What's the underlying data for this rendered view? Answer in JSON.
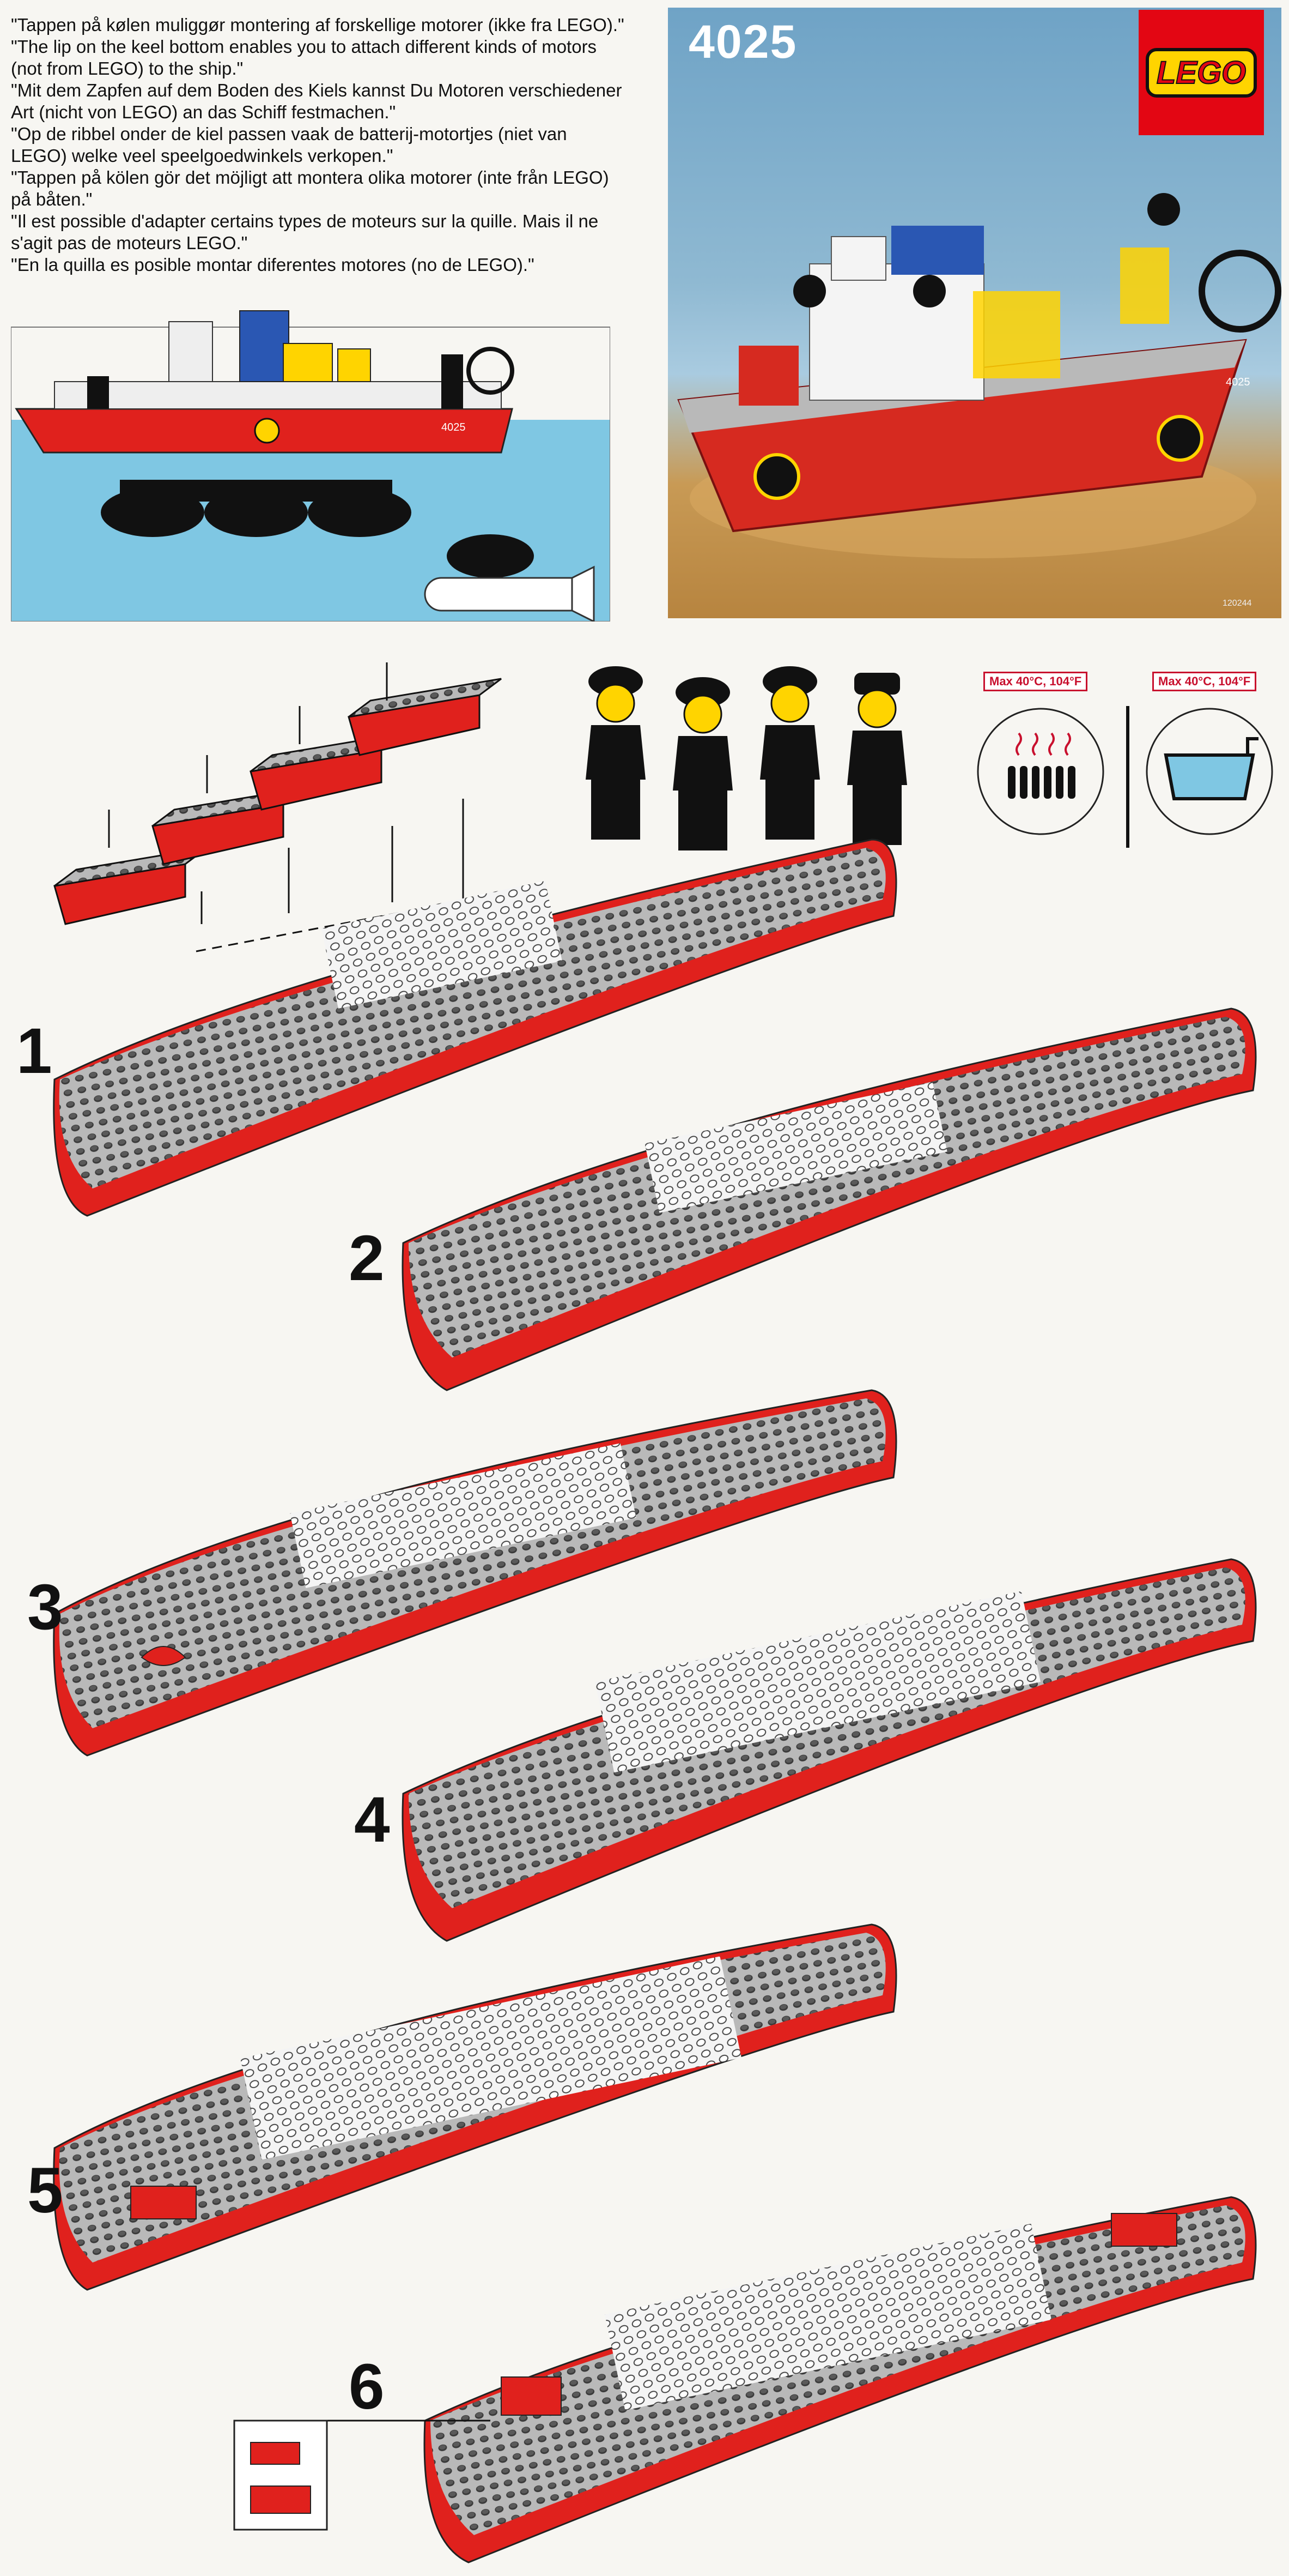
{
  "intro": {
    "lines": [
      "\"Tappen på kølen muliggør montering af forskellige motorer (ikke fra LEGO).\"",
      "\"The lip on the keel bottom enables you to attach different kinds of motors (not from LEGO) to the ship.\"",
      "\"Mit dem Zapfen auf dem Boden des Kiels kannst Du Motoren verschiedener Art (nicht von LEGO) an das Schiff festmachen.\"",
      "\"Op de ribbel onder de kiel passen vaak de batterij-motortjes (niet van LEGO) welke veel speelgoedwinkels verkopen.\"",
      "\"Tappen på kölen gör det möjligt att montera olika motorer (inte från LEGO) på båten.\"",
      "\"Il est possible d'adapter certains types de moteurs sur la quille. Mais il ne s'agit pas de moteurs LEGO.\"",
      "\"En la quilla es posible montar diferentes motores (no de LEGO).\""
    ]
  },
  "diagram": {
    "hull_number": "4025"
  },
  "cover": {
    "set_number": "4025",
    "logo_text": "LEGO",
    "hull_number": "4025",
    "code": "120244"
  },
  "care": {
    "dry_label": "Max 40°C, 104°F",
    "wash_label": "Max 40°C, 104°F"
  },
  "steps": [
    "1",
    "2",
    "3",
    "4",
    "5",
    "6"
  ],
  "colors": {
    "hull_red": "#e0211d",
    "deck_gray": "#b9b9b9",
    "stud_dark": "#3a3a3a",
    "water_blue": "#7fc7e3",
    "brick_white": "#f4f4f4"
  }
}
